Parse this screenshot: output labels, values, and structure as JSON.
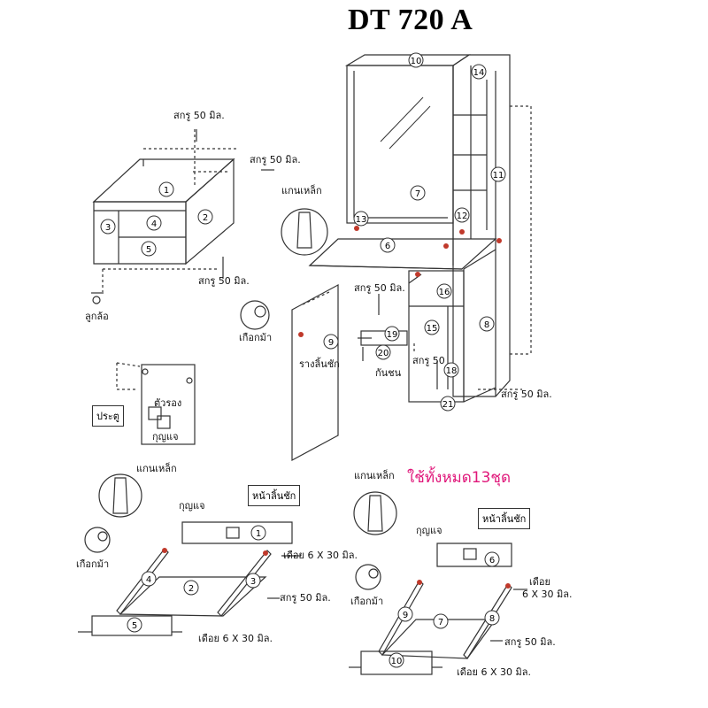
{
  "title": "DT 720 A",
  "labels": {
    "screw_50_top": "สกรู 50 มิล.",
    "screw_50_right": "สกรู 50 มิล.",
    "screw_50_bottom": "สกรู 50 มิล.",
    "wheel": "ลูกล้อ",
    "iron_rod_main": "แกนเหล็ก",
    "cam_lock_main": "เกือกม้า",
    "drawer_rail": "รางลิ้นชัก",
    "screw_50_cabinet": "สกรู 50 มิล.",
    "stopper": "กันชน",
    "screw_50_short": "สกรู 50",
    "screw_50_side": "สกรู 50 มิล.",
    "door_box": "ประตู",
    "support": "ตัวรอง",
    "key_door": "กุญแจ",
    "iron_rod_left": "แกนเหล็ก",
    "drawer_front_left": "หน้าลิ้นชัก",
    "key_left": "กุญแจ",
    "cam_lock_left": "เกือกม้า",
    "dowel_left_top": "เดือย 6 X 30 มิล.",
    "screw_left": "สกรู 50 มิล.",
    "dowel_left_bottom": "เดือย 6 X 30 มิล.",
    "iron_rod_right": "แกนเหล็ก",
    "use_all": "ใช้ทั้งหมด13ชุด",
    "drawer_front_right": "หน้าลิ้นชัก",
    "key_right": "กุญแจ",
    "cam_lock_right": "เกือกม้า",
    "dowel_right_1": "เดือย",
    "dowel_right_2": "6 X 30 มิล.",
    "screw_right": "สกรู 50 มิล.",
    "dowel_right_bottom": "เดือย 6 X 30 มิล."
  },
  "part_numbers": [
    "1",
    "2",
    "3",
    "4",
    "5",
    "6",
    "7",
    "8",
    "9",
    "10",
    "11",
    "12",
    "13",
    "14",
    "15",
    "16",
    "18",
    "19",
    "20",
    "21"
  ],
  "drawer_left_parts": [
    "1",
    "2",
    "3",
    "4",
    "5"
  ],
  "drawer_right_parts": [
    "6",
    "7",
    "8",
    "9",
    "10"
  ],
  "colors": {
    "line": "#333333",
    "marker": "#c0392b",
    "pink_text": "#e0177a"
  }
}
